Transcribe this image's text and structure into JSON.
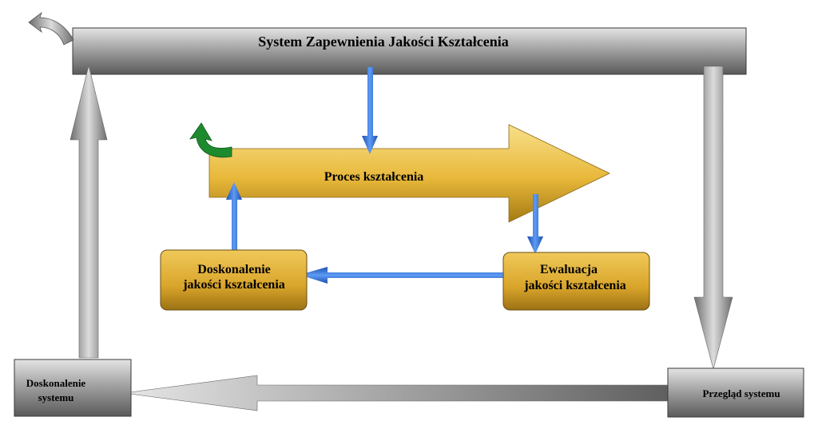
{
  "diagram": {
    "system_box": {
      "label": "System Zapewnienia Jakości Kształcenia"
    },
    "process_arrow": {
      "label": "Proces kształcenia"
    },
    "improvement_box": {
      "line1": "Doskonalenie",
      "line2": "jakości kształcenia"
    },
    "evaluation_box": {
      "line1": "Ewaluacja",
      "line2": "jakości kształcenia"
    },
    "system_improvement_box": {
      "line1": "Doskonalenie",
      "line2": "systemu"
    },
    "system_review_box": {
      "label": "Przegląd systemu"
    }
  },
  "colors": {
    "gray_box": "#8a8a8a",
    "gold": "#e8b83a",
    "blue_arrow": "#2f6fe0",
    "green_arrow": "#1e8a2e"
  }
}
